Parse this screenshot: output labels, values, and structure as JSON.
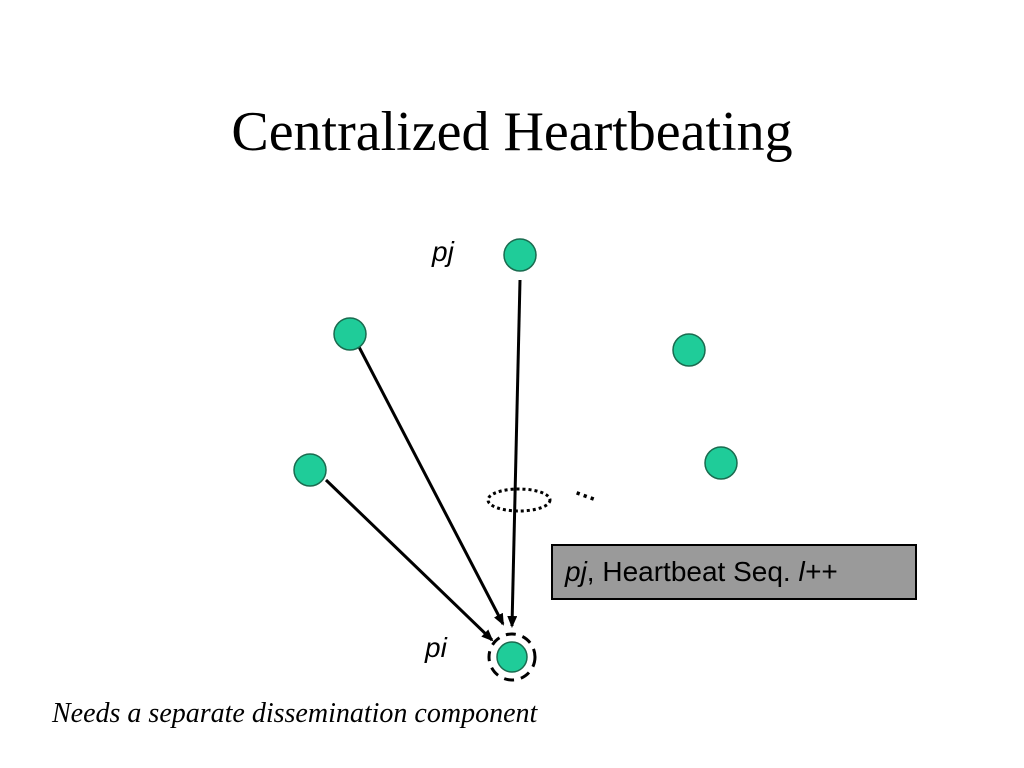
{
  "slide": {
    "title": "Centralized Heartbeating",
    "footnote": "Needs a separate dissemination component"
  },
  "labels": {
    "pj": "pj",
    "pi": "pi",
    "ellipsis": "..."
  },
  "message": {
    "process": "pj",
    "separator": ",",
    "text": " Heartbeat Seq. ",
    "counter": "l++"
  },
  "colors": {
    "node_fill": "#1fcc99",
    "node_stroke": "#1a6b4f",
    "box_fill": "#9a9a9a"
  }
}
